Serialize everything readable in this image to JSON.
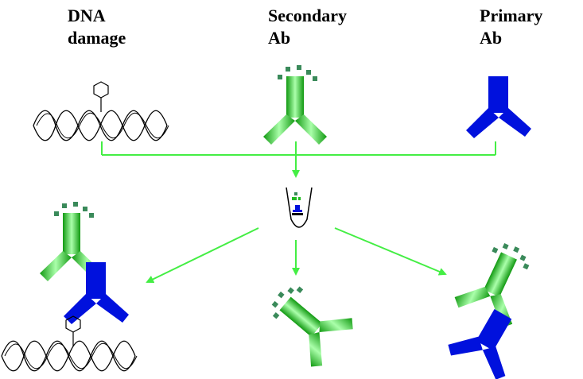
{
  "labels": {
    "dna_damage": "DNA\ndamage",
    "secondary_ab": "Secondary\nAb",
    "primary_ab": "Primary\nAb"
  },
  "icons": {
    "dna": "dna-helix-icon",
    "adduct": "benzene-ring-icon",
    "secondary_antibody": "green-antibody-icon",
    "primary_antibody": "blue-antibody-icon",
    "tube": "test-tube-icon",
    "label_dots": "label-tags-icon"
  },
  "colors": {
    "secondary_antibody": "#22bb22",
    "secondary_antibody_highlight": "#aaffaa",
    "primary_antibody": "#0011dd",
    "label_tags": "#3a8a5a",
    "arrows": "#44ee44",
    "dna": "#000000"
  }
}
